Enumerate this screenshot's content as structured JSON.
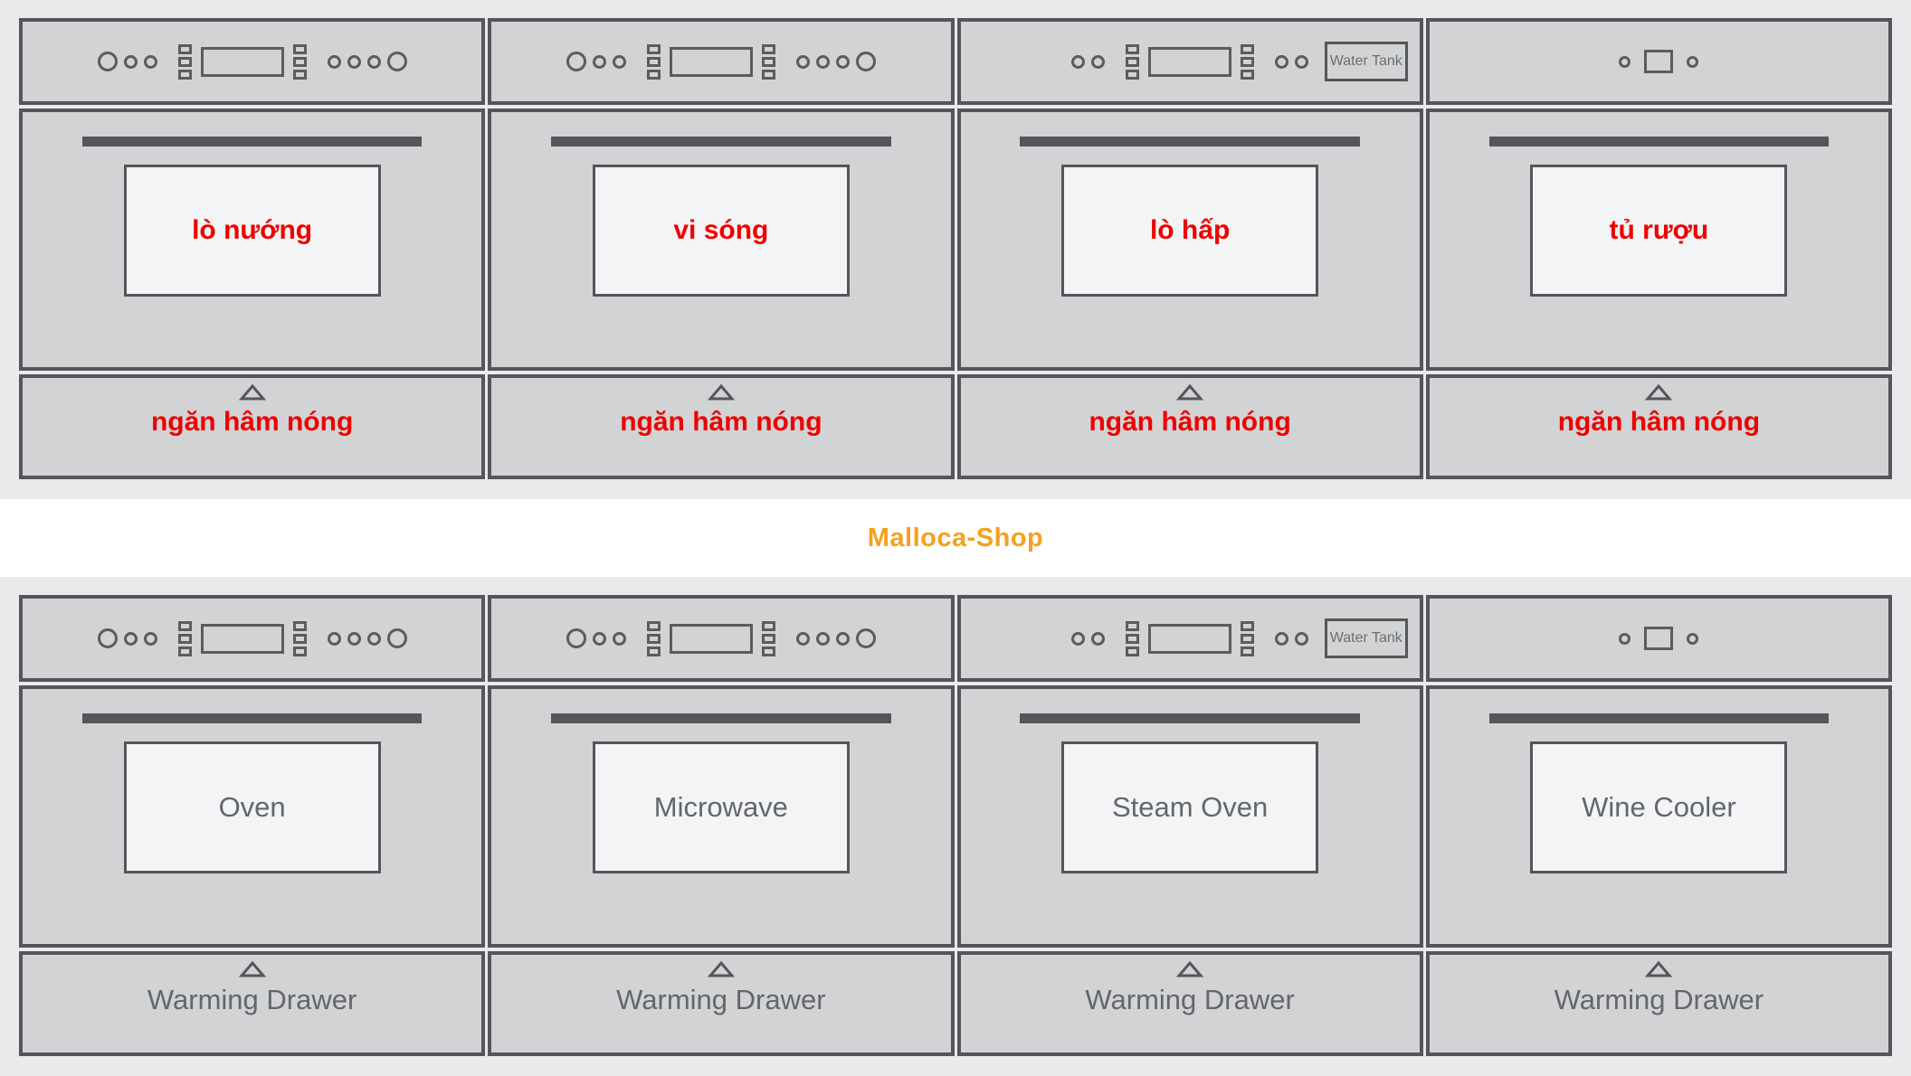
{
  "watermark": {
    "label": "Malloca-Shop",
    "color": "#F5A01E"
  },
  "water_tank_label": "Water Tank",
  "colors": {
    "page_background": "#E9EAEC",
    "panel_background": "#D2D3D4",
    "panel_border": "#54565A",
    "door_window_background": "#F3F4F5",
    "vietnamese_label_red": "#EE0000",
    "english_label_gray": "#63666A",
    "watermark_orange": "#F5A01E"
  },
  "blocks": [
    {
      "name": "appliance-row-vietnamese",
      "label_style": "vi",
      "panels": [
        {
          "key": "oven",
          "controls": "full",
          "door_label": "lò nướng",
          "drawer_label": "ngăn hâm nóng",
          "water_tank": false
        },
        {
          "key": "microwave",
          "controls": "full",
          "door_label": "vi sóng",
          "drawer_label": "ngăn hâm nóng",
          "water_tank": false
        },
        {
          "key": "steam-oven",
          "controls": "steam",
          "door_label": "lò hấp",
          "drawer_label": "ngăn hâm nóng",
          "water_tank": true
        },
        {
          "key": "wine-cooler",
          "controls": "simple",
          "door_label": "tủ rượu",
          "drawer_label": "ngăn hâm nóng",
          "water_tank": false
        }
      ]
    },
    {
      "name": "appliance-row-english",
      "label_style": "en",
      "panels": [
        {
          "key": "oven",
          "controls": "full",
          "door_label": "Oven",
          "drawer_label": "Warming Drawer",
          "water_tank": false
        },
        {
          "key": "microwave",
          "controls": "full",
          "door_label": "Microwave",
          "drawer_label": "Warming Drawer",
          "water_tank": false
        },
        {
          "key": "steam-oven",
          "controls": "steam",
          "door_label": "Steam Oven",
          "drawer_label": "Warming Drawer",
          "water_tank": true
        },
        {
          "key": "wine-cooler",
          "controls": "simple",
          "door_label": "Wine Cooler",
          "drawer_label": "Warming Drawer",
          "water_tank": false
        }
      ]
    }
  ]
}
